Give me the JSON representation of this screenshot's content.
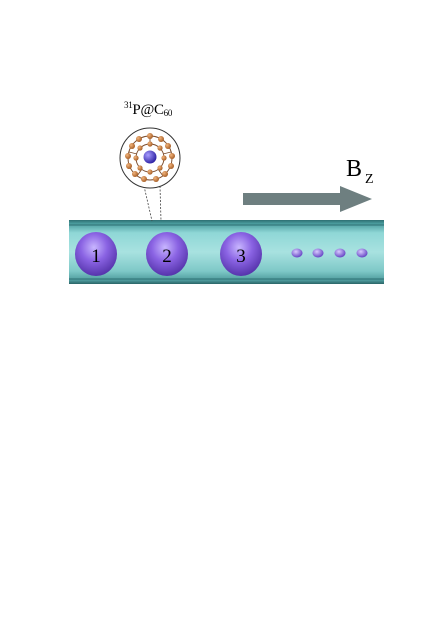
{
  "molecule_label": {
    "sup": "31",
    "main": "P@C",
    "sub": "60"
  },
  "field_label": {
    "main": "B",
    "sub": "Z"
  },
  "qubits": [
    {
      "label": "1"
    },
    {
      "label": "2"
    },
    {
      "label": "3"
    }
  ],
  "colors": {
    "tube": "#7fd0cf",
    "tube_edge": "#2d6f72",
    "sphere": "#7c55d6",
    "arrow": "#6e7f80",
    "carbon": "#c97a3f",
    "phosphorus": "#4a3bd0"
  }
}
